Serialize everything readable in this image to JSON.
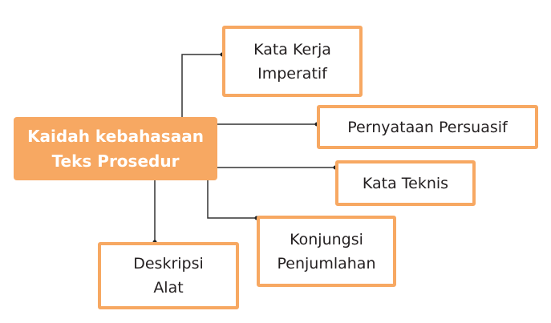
{
  "central": {
    "line1": "Kaidah kebahasaan",
    "line2": "Teks Prosedur"
  },
  "nodes": [
    {
      "line1": "Kata Kerja",
      "line2": "Imperatif"
    },
    {
      "line1": "Pernyataan Persuasif"
    },
    {
      "line1": "Kata Teknis"
    },
    {
      "line1": "Konjungsi",
      "line2": "Penjumlahan"
    },
    {
      "line1": "Deskripsi",
      "line2": "Alat"
    }
  ],
  "colors": {
    "accent": "#F7A862",
    "connector": "#333333"
  }
}
